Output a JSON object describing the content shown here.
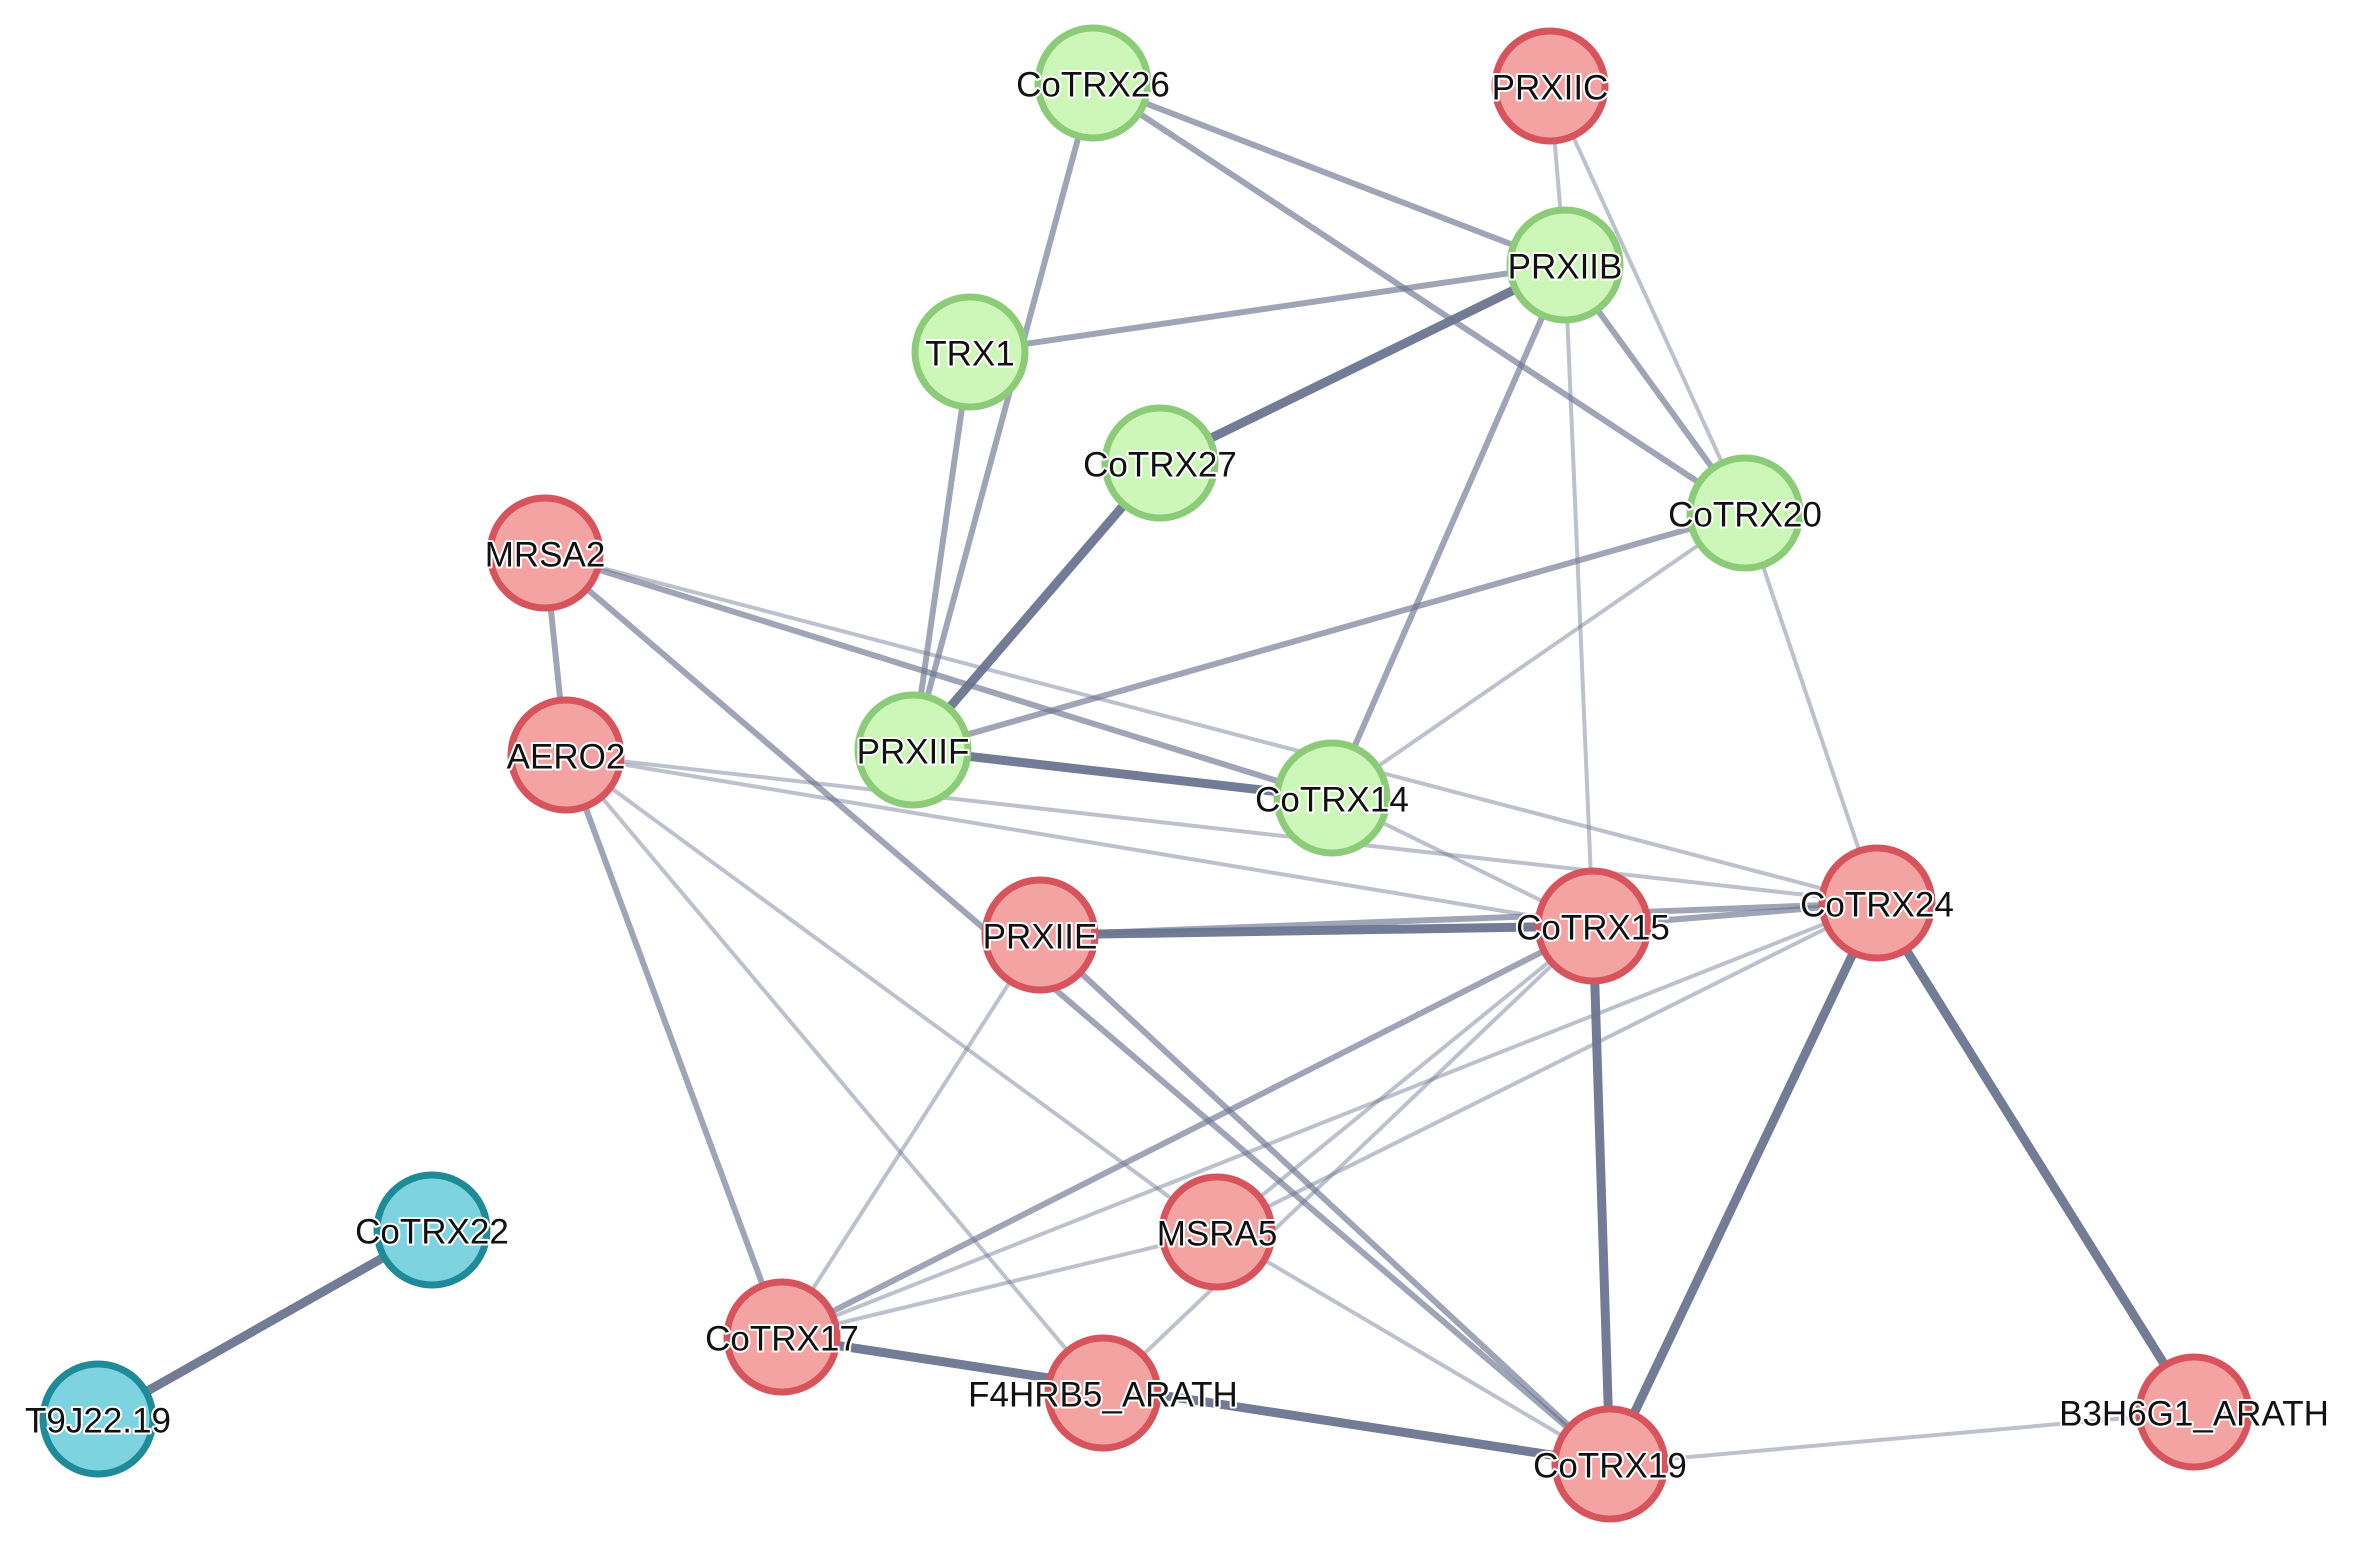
{
  "network": {
    "colors": {
      "red": {
        "fill": "#f4a3a3",
        "stroke": "#d8545c"
      },
      "green": {
        "fill": "#ccf7b8",
        "stroke": "#8ccc78"
      },
      "cyan": {
        "fill": "#7dd3e0",
        "stroke": "#1f8a98"
      },
      "edge": "#6c7590"
    },
    "nodes": [
      {
        "id": "CoTRX26",
        "label": "CoTRX26",
        "group": "green"
      },
      {
        "id": "PRXIIC",
        "label": "PRXIIC",
        "group": "red"
      },
      {
        "id": "PRXIIB",
        "label": "PRXIIB",
        "group": "green"
      },
      {
        "id": "TRX1",
        "label": "TRX1",
        "group": "green"
      },
      {
        "id": "CoTRX27",
        "label": "CoTRX27",
        "group": "green"
      },
      {
        "id": "CoTRX20",
        "label": "CoTRX20",
        "group": "green"
      },
      {
        "id": "MRSA2",
        "label": "MRSA2",
        "group": "red"
      },
      {
        "id": "AERO2",
        "label": "AERO2",
        "group": "red"
      },
      {
        "id": "PRXIIF",
        "label": "PRXIIF",
        "group": "green"
      },
      {
        "id": "CoTRX14",
        "label": "CoTRX14",
        "group": "green"
      },
      {
        "id": "CoTRX24",
        "label": "CoTRX24",
        "group": "red"
      },
      {
        "id": "PRXIIE",
        "label": "PRXIIE",
        "group": "red"
      },
      {
        "id": "CoTRX15",
        "label": "CoTRX15",
        "group": "red"
      },
      {
        "id": "CoTRX22",
        "label": "CoTRX22",
        "group": "cyan"
      },
      {
        "id": "MSRA5",
        "label": "MSRA5",
        "group": "red"
      },
      {
        "id": "CoTRX17",
        "label": "CoTRX17",
        "group": "red"
      },
      {
        "id": "F4HRB5_ARATH",
        "label": "F4HRB5_ARATH",
        "group": "red"
      },
      {
        "id": "T9J22.19",
        "label": "T9J22.19",
        "group": "cyan"
      },
      {
        "id": "CoTRX19",
        "label": "CoTRX19",
        "group": "red"
      },
      {
        "id": "B3H6G1_ARATH",
        "label": "B3H6G1_ARATH",
        "group": "red"
      }
    ],
    "edges": [
      {
        "source": "CoTRX26",
        "target": "PRXIIB",
        "strength": 2
      },
      {
        "source": "CoTRX26",
        "target": "CoTRX20",
        "strength": 2
      },
      {
        "source": "CoTRX26",
        "target": "PRXIIF",
        "strength": 2
      },
      {
        "source": "PRXIIC",
        "target": "PRXIIB",
        "strength": 1
      },
      {
        "source": "PRXIIC",
        "target": "CoTRX20",
        "strength": 1
      },
      {
        "source": "TRX1",
        "target": "PRXIIB",
        "strength": 2
      },
      {
        "source": "TRX1",
        "target": "PRXIIF",
        "strength": 2
      },
      {
        "source": "PRXIIB",
        "target": "CoTRX27",
        "strength": 3
      },
      {
        "source": "PRXIIB",
        "target": "CoTRX20",
        "strength": 2
      },
      {
        "source": "PRXIIB",
        "target": "CoTRX14",
        "strength": 2
      },
      {
        "source": "PRXIIB",
        "target": "CoTRX15",
        "strength": 1
      },
      {
        "source": "CoTRX27",
        "target": "PRXIIF",
        "strength": 3
      },
      {
        "source": "CoTRX20",
        "target": "PRXIIF",
        "strength": 2
      },
      {
        "source": "CoTRX20",
        "target": "CoTRX14",
        "strength": 1
      },
      {
        "source": "CoTRX20",
        "target": "CoTRX24",
        "strength": 1
      },
      {
        "source": "MRSA2",
        "target": "AERO2",
        "strength": 2
      },
      {
        "source": "MRSA2",
        "target": "CoTRX14",
        "strength": 2
      },
      {
        "source": "MRSA2",
        "target": "CoTRX24",
        "strength": 1
      },
      {
        "source": "MRSA2",
        "target": "CoTRX19",
        "strength": 2
      },
      {
        "source": "AERO2",
        "target": "CoTRX17",
        "strength": 2
      },
      {
        "source": "AERO2",
        "target": "F4HRB5_ARATH",
        "strength": 1
      },
      {
        "source": "AERO2",
        "target": "CoTRX15",
        "strength": 1
      },
      {
        "source": "AERO2",
        "target": "CoTRX24",
        "strength": 1
      },
      {
        "source": "AERO2",
        "target": "MSRA5",
        "strength": 1
      },
      {
        "source": "PRXIIF",
        "target": "CoTRX14",
        "strength": 3
      },
      {
        "source": "CoTRX14",
        "target": "CoTRX15",
        "strength": 1
      },
      {
        "source": "PRXIIE",
        "target": "CoTRX15",
        "strength": 3
      },
      {
        "source": "PRXIIE",
        "target": "CoTRX24",
        "strength": 2
      },
      {
        "source": "PRXIIE",
        "target": "CoTRX17",
        "strength": 1
      },
      {
        "source": "PRXIIE",
        "target": "CoTRX19",
        "strength": 2
      },
      {
        "source": "CoTRX15",
        "target": "CoTRX24",
        "strength": 2
      },
      {
        "source": "CoTRX15",
        "target": "CoTRX17",
        "strength": 2
      },
      {
        "source": "CoTRX15",
        "target": "MSRA5",
        "strength": 1
      },
      {
        "source": "CoTRX15",
        "target": "CoTRX19",
        "strength": 3
      },
      {
        "source": "CoTRX15",
        "target": "F4HRB5_ARATH",
        "strength": 1
      },
      {
        "source": "CoTRX24",
        "target": "CoTRX17",
        "strength": 1
      },
      {
        "source": "CoTRX24",
        "target": "CoTRX19",
        "strength": 3
      },
      {
        "source": "CoTRX24",
        "target": "B3H6G1_ARATH",
        "strength": 3
      },
      {
        "source": "CoTRX24",
        "target": "MSRA5",
        "strength": 1
      },
      {
        "source": "MSRA5",
        "target": "CoTRX17",
        "strength": 1
      },
      {
        "source": "MSRA5",
        "target": "CoTRX19",
        "strength": 1
      },
      {
        "source": "CoTRX17",
        "target": "CoTRX19",
        "strength": 3
      },
      {
        "source": "CoTRX19",
        "target": "B3H6G1_ARATH",
        "strength": 1
      },
      {
        "source": "CoTRX22",
        "target": "T9J22.19",
        "strength": 3
      }
    ]
  }
}
